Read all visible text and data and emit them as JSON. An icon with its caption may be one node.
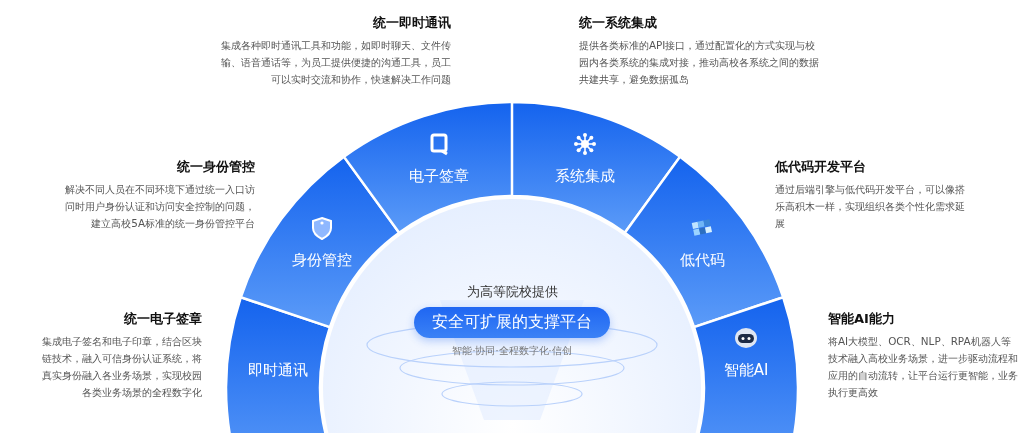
{
  "diagram": {
    "nodes": [
      {
        "text": [
          "即时通讯"
        ]
      },
      {
        "text": [
          "身份管控"
        ]
      },
      {
        "text": [
          "电子签章"
        ]
      },
      {
        "text": [
          "系统集成"
        ]
      },
      {
        "text": [
          "低代码"
        ]
      },
      {
        "text": [
          "智能AI"
        ]
      },
      {
        "text": [
          "为高等院校提供",
          "智能·协同·全程数字化·信创"
        ]
      },
      {
        "text": [
          "安全可扩展的支撑平台"
        ],
        "in": 6
      }
    ],
    "labels": [
      "统一即时通讯",
      "集成各种即时通讯工具和功能，如即时聊天、文件传输、语音通话等，为员工提供便捷的沟通工具，员工可以实时交流和协作，快速解决工作问题",
      "统一系统集成",
      "提供各类标准的API接口，通过配置化的方式实现与校园内各类系统的集成对接，推动高校各系统之间的数据共建共享，避免数据孤岛",
      "统一身份管控",
      "解决不同人员在不同环境下通过统一入口访问时用户身份认证和访问安全控制的问题，建立高校5A标准的统一身份管控平台",
      "低代码开发平台",
      "通过后端引擎与低代码开发平台，可以像搭乐高积木一样，实现组织各类个性化需求延展",
      "统一电子签章",
      "集成电子签名和电子印章，结合区块链技术，融入可信身份认证系统，将真实身份融入各业务场景，实现校园各类业务场景的全程数字化",
      "智能AI能力",
      "将AI大模型、OCR、NLP、RPA机器人等技术融入高校业务场景，进一步驱动流程和应用的自动流转，让平台运行更智能，业务执行更高效"
    ]
  }
}
